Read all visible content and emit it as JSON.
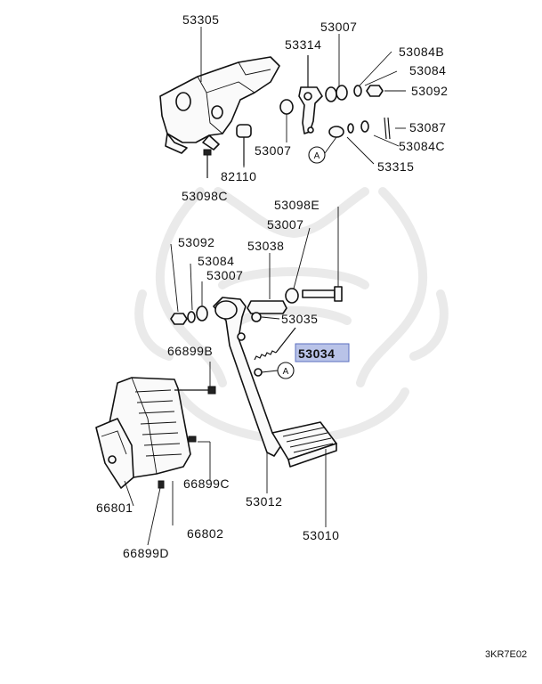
{
  "labels": {
    "p53305": "53305",
    "p53007_top": "53007",
    "p53314": "53314",
    "p53084B": "53084B",
    "p53084_top": "53084",
    "p53092_top": "53092",
    "p53087": "53087",
    "p53084C": "53084C",
    "p53007_mid": "53007",
    "p53315": "53315",
    "p82110": "82110",
    "p53098C": "53098C",
    "p53098E": "53098E",
    "p53007_low": "53007",
    "p53092_low": "53092",
    "p53038": "53038",
    "p53084_low": "53084",
    "p53007_left": "53007",
    "p53035": "53035",
    "p53034": "53034",
    "p66899B": "66899B",
    "p66899C": "66899C",
    "p53012": "53012",
    "p53010": "53010",
    "p66801": "66801",
    "p66802": "66802",
    "p66899D": "66899D"
  },
  "callouts": {
    "ref_a": "A"
  },
  "highlight": {
    "part": "53034",
    "color": "#b9c3e8"
  },
  "diagram_code": "3KR7E02"
}
